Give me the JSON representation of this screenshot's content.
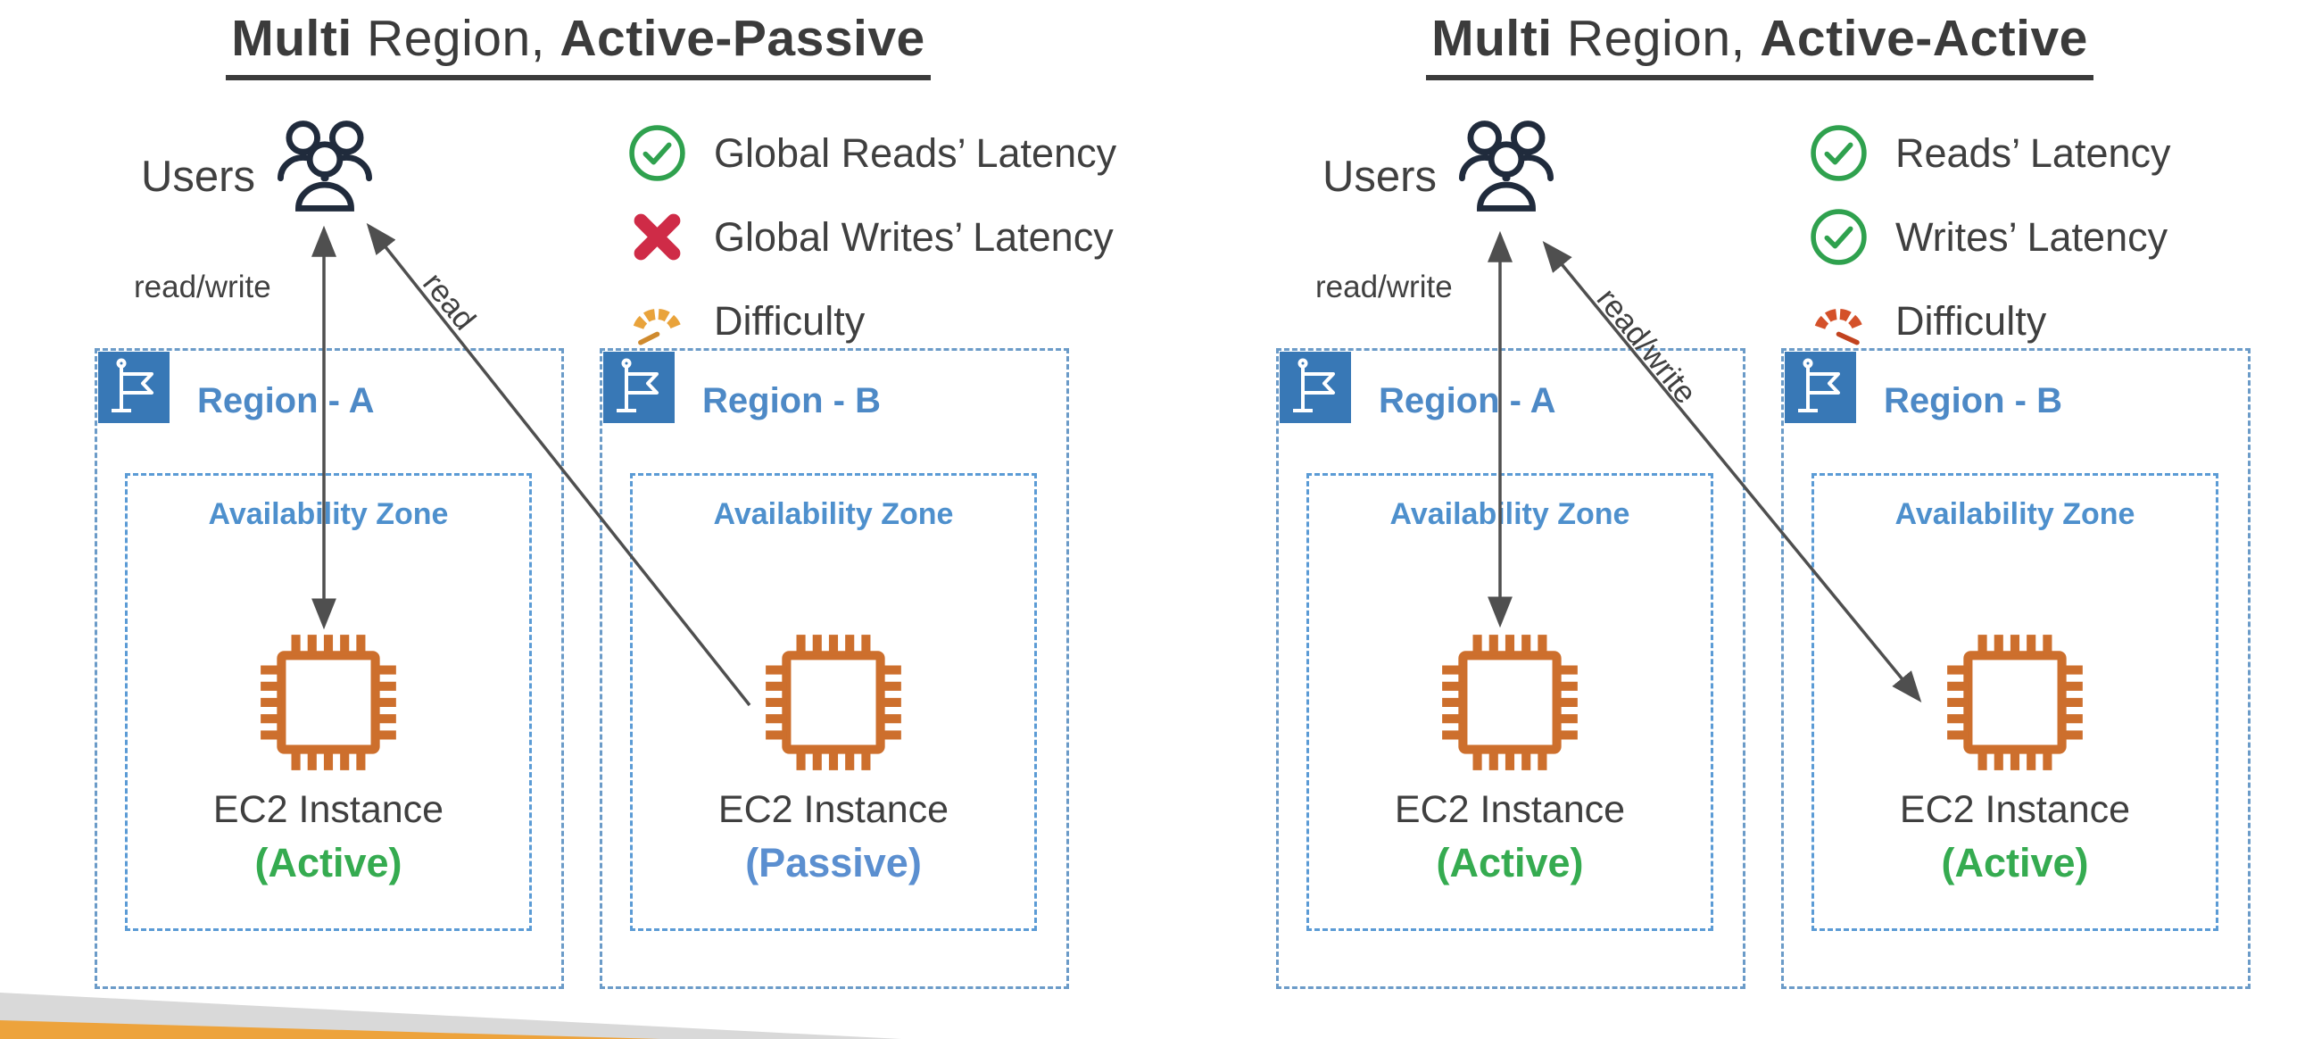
{
  "panels": [
    {
      "title": {
        "lead_bold": "Multi",
        "middle": " Region, ",
        "tail_bold": "Active-Passive"
      },
      "users_label": "Users",
      "arrow_labels": {
        "vertical": "read/write",
        "diagonal": "read"
      },
      "legend": [
        {
          "icon": "check-circle-icon",
          "color_css": "color:#2fa14e",
          "label": "Global Reads’ Latency"
        },
        {
          "icon": "x-mark-icon",
          "color_css": "color:#cf2b47",
          "label": "Global Writes’ Latency"
        },
        {
          "icon": "gauge-medium-icon",
          "color_css": "color:#e9a33b",
          "label": "Difficulty"
        }
      ],
      "regions": [
        {
          "name": "Region - A",
          "zone_label": "Availability Zone",
          "instance_label": "EC2 Instance",
          "state_label": "(Active)",
          "state_css": "color:#35ab50"
        },
        {
          "name": "Region - B",
          "zone_label": "Availability Zone",
          "instance_label": "EC2 Instance",
          "state_label": "(Passive)",
          "state_css": "color:#5b8fd0"
        }
      ]
    },
    {
      "title": {
        "lead_bold": "Multi",
        "middle": " Region, ",
        "tail_bold": "Active-Active"
      },
      "users_label": "Users",
      "arrow_labels": {
        "vertical": "read/write",
        "diagonal": "read/write"
      },
      "legend": [
        {
          "icon": "check-circle-icon",
          "color_css": "color:#2fa14e",
          "label": "Reads’ Latency"
        },
        {
          "icon": "check-circle-icon",
          "color_css": "color:#2fa14e",
          "label": "Writes’ Latency"
        },
        {
          "icon": "gauge-high-icon",
          "color_css": "color:#d4512a",
          "label": "Difficulty"
        }
      ],
      "regions": [
        {
          "name": "Region - A",
          "zone_label": "Availability Zone",
          "instance_label": "EC2 Instance",
          "state_label": "(Active)",
          "state_css": "color:#35ab50"
        },
        {
          "name": "Region - B",
          "zone_label": "Availability Zone",
          "instance_label": "EC2 Instance",
          "state_label": "(Active)",
          "state_css": "color:#35ab50"
        }
      ]
    }
  ],
  "colors": {
    "region_border": "#6b9bc8",
    "az_border": "#5b9bd5",
    "region_label": "#4d89c6",
    "flag_bg": "#3878b6",
    "ec2_orange": "#cd6f2d",
    "arrow": "#4f4f4f",
    "check_green": "#2fa14e",
    "x_red": "#cf2b47",
    "gauge_orange": "#e9a33b",
    "gauge_red": "#d4512a",
    "active_green": "#35ab50",
    "passive_blue": "#5b8fd0",
    "wedge_gray": "#d9d9d9",
    "wedge_orange": "#eda33c",
    "title_text": "#3b3b3b"
  }
}
